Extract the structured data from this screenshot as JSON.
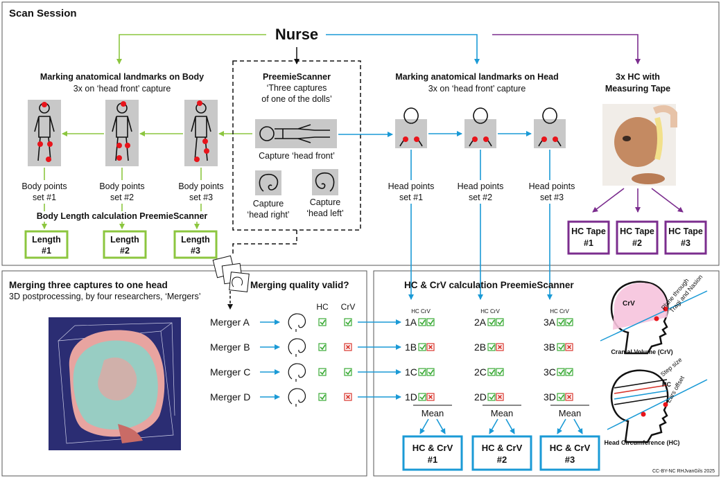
{
  "title": "Scan Session",
  "nurse": "Nurse",
  "body_section": {
    "heading": "Marking anatomical landmarks on Body",
    "subheading": "3x on ‘head front’ capture",
    "points_line1": "Body points",
    "sets": [
      "set #1",
      "set #2",
      "set #3"
    ],
    "calc_label": "Body Length calculation PreemieScanner",
    "length_label": "Length",
    "length_numbers": [
      "#1",
      "#2",
      "#3"
    ]
  },
  "scanner": {
    "title": "PreemieScanner",
    "sub1": "‘Three captures",
    "sub2": "of one of the dolls’",
    "front_caption": "Capture ‘head front’",
    "right_line1": "Capture",
    "right_line2": "‘head right’",
    "left_line1": "Capture",
    "left_line2": "‘head left’"
  },
  "head_section": {
    "heading": "Marking anatomical landmarks on Head",
    "subheading": "3x on ‘head front’ capture",
    "points_line1": "Head points",
    "sets": [
      "set #1",
      "set #2",
      "set #3"
    ]
  },
  "tape_section": {
    "heading1": "3x HC with",
    "heading2": "Measuring Tape",
    "box_label": "HC Tape",
    "numbers": [
      "#1",
      "#2",
      "#3"
    ]
  },
  "merge_section": {
    "title": "Merging three captures to one head",
    "subtitle": "3D postprocessing, by four researchers, ‘Mergers’",
    "quality_question": "Merging quality valid?",
    "col_hc": "HC",
    "col_crv": "CrV",
    "mergers": [
      {
        "name": "Merger A",
        "hc": true,
        "crv": true
      },
      {
        "name": "Merger B",
        "hc": true,
        "crv": false
      },
      {
        "name": "Merger C",
        "hc": true,
        "crv": true
      },
      {
        "name": "Merger D",
        "hc": true,
        "crv": false
      }
    ]
  },
  "calc_section": {
    "title": "HC & CrV calculation PreemieScanner",
    "header_small": "HC CrV",
    "rows": [
      [
        "1A",
        "2A",
        "3A"
      ],
      [
        "1B",
        "2B",
        "3B"
      ],
      [
        "1C",
        "2C",
        "3C"
      ],
      [
        "1D",
        "2D",
        "3D"
      ]
    ],
    "mean_label": "Mean",
    "result_label": "HC & CrV",
    "result_numbers": [
      "#1",
      "#2",
      "#3"
    ]
  },
  "legend": {
    "crv_short": "CrV",
    "plane_line1": "Plane through",
    "plane_line2": "Tragi and Nasion",
    "crv_caption": "Cranial Volume (CrV)",
    "step_size": "Step size",
    "hc_short": "HC",
    "ears_offset": "Ears offset",
    "hc_caption": "Head Circumference (HC)"
  },
  "credit": "CC-BY-NC RHJvanGils 2025",
  "colors": {
    "green": "#8cc63f",
    "blue": "#1a9ad6",
    "purple": "#7b2d8e",
    "red_dot": "#e8141b",
    "check_green": "#3aaa35",
    "cross_red": "#d9342b"
  }
}
